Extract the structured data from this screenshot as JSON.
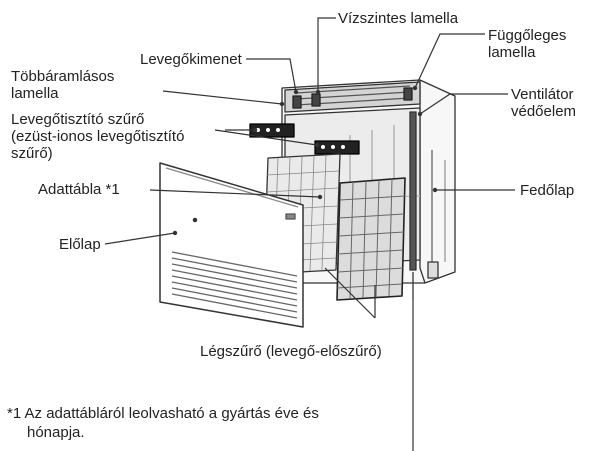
{
  "labels": {
    "vizszintes_lamella": "Vízszintes lamella",
    "levegokimenet": "Levegőkimenet",
    "tobbaramlasos_line1": "Többáramlásos",
    "tobbaramlasos_line2": "lamella",
    "fuggoleges_line1": "Függőleges",
    "fuggoleges_line2": "lamella",
    "ventilator_line1": "Ventilátor",
    "ventilator_line2": "védőelem",
    "szuro_line1": "Levegőtisztító szűrő",
    "szuro_line2": "(ezüst-ionos levegőtisztító",
    "szuro_line3": "szűrő)",
    "adattabla": "Adattábla *1",
    "fedolap": "Fedőlap",
    "elolap": "Előlap",
    "legszuro": "Légszűrő (levegő-előszűrő)"
  },
  "footnote": {
    "line1": "*1 Az adattábláról leolvasható a gyártás éve és",
    "line2": "hónapja."
  }
}
